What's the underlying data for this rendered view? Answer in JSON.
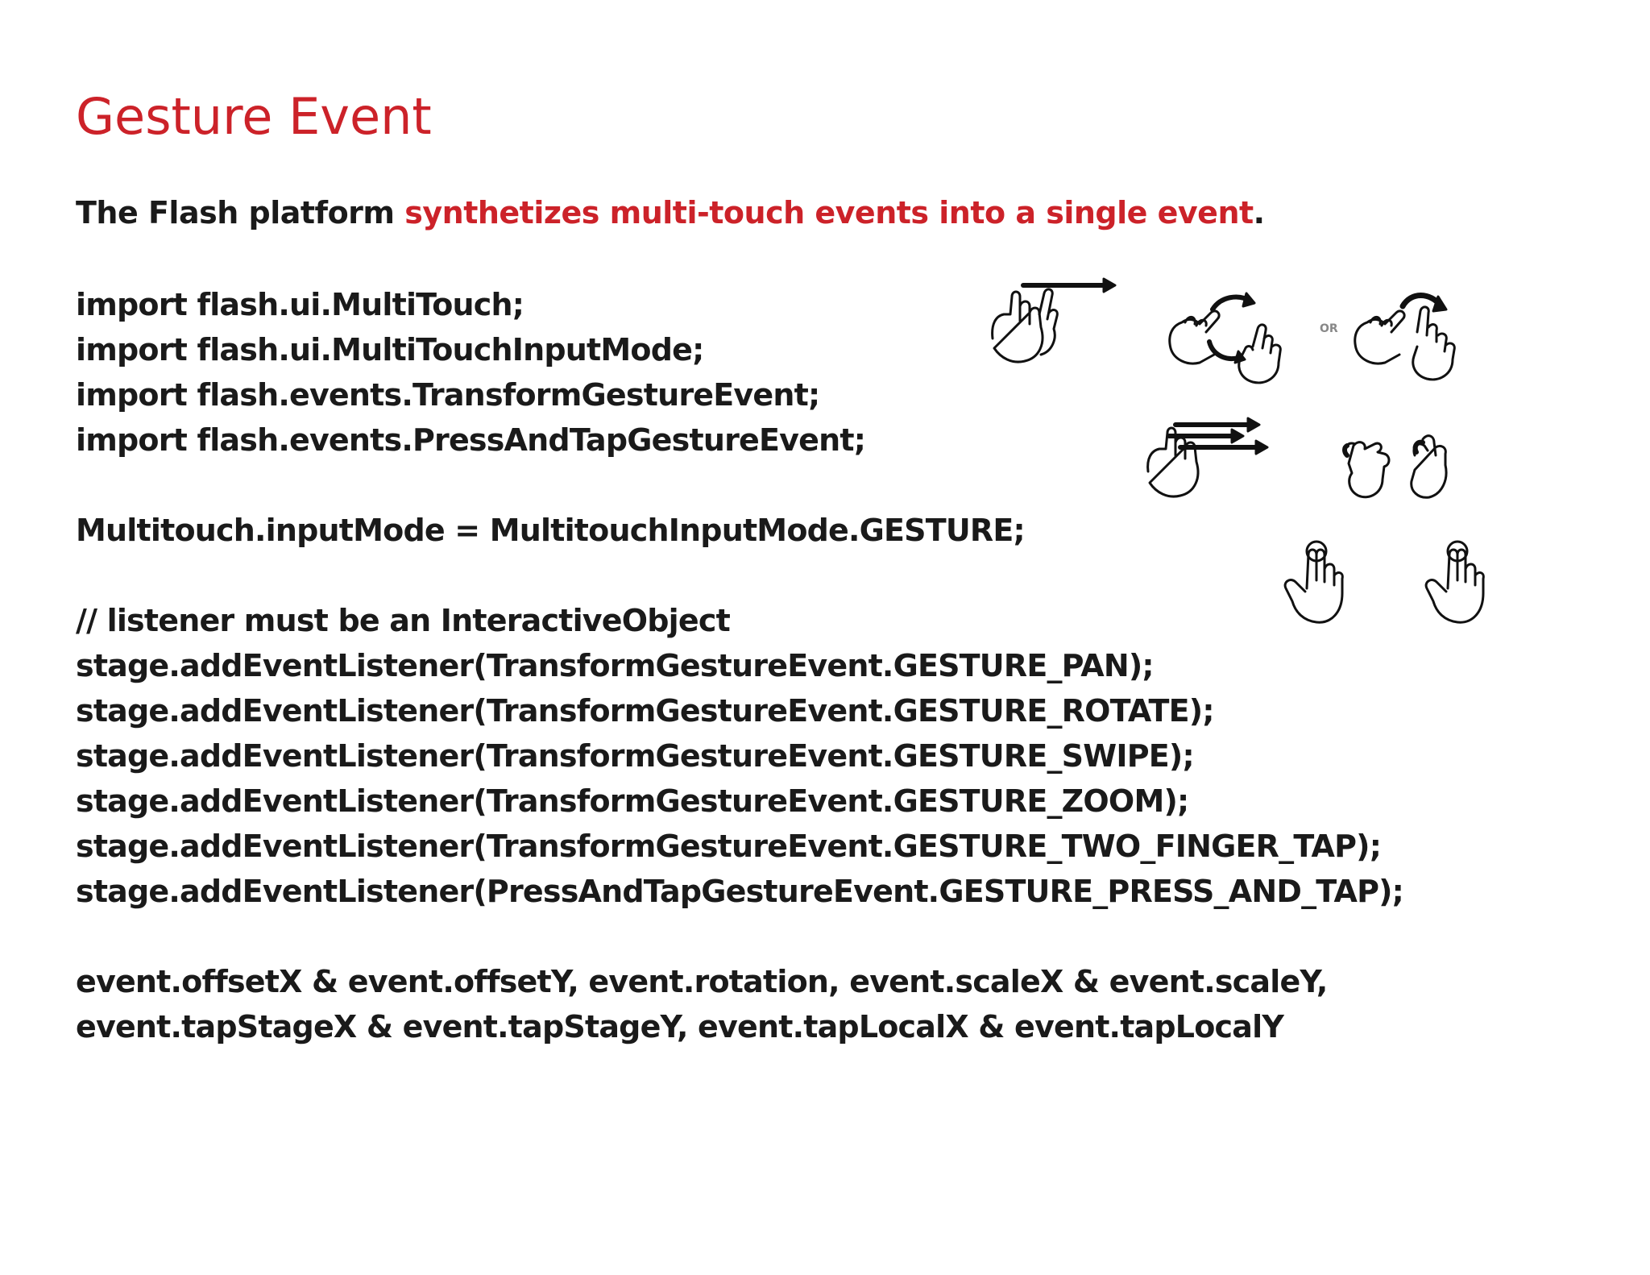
{
  "title": "Gesture Event",
  "intro": {
    "before": "The Flash platform ",
    "highlight": "synthetizes multi-touch events into a single event",
    "after": "."
  },
  "imports": [
    "import flash.ui.MultiTouch;",
    "import flash.ui.MultiTouchInputMode;",
    "import flash.events.TransformGestureEvent;",
    "import flash.events.PressAndTapGestureEvent;"
  ],
  "mode_line": "Multitouch.inputMode = MultitouchInputMode.GESTURE;",
  "listeners": [
    "// listener must be an InteractiveObject",
    "stage.addEventListener(TransformGestureEvent.GESTURE_PAN);",
    "stage.addEventListener(TransformGestureEvent.GESTURE_ROTATE);",
    "stage.addEventListener(TransformGestureEvent.GESTURE_SWIPE);",
    "stage.addEventListener(TransformGestureEvent.GESTURE_ZOOM);",
    "stage.addEventListener(TransformGestureEvent.GESTURE_TWO_FINGER_TAP);",
    "stage.addEventListener(PressAndTapGestureEvent.GESTURE_PRESS_AND_TAP);"
  ],
  "properties": [
    "event.offsetX & event.offsetY, event.rotation, event.scaleX & event.scaleY,",
    "event.tapStageX & event.tapStageY, event.tapLocalX & event.tapLocalY"
  ],
  "gesture_icons": {
    "or_label": "OR",
    "icons": [
      "pan-gesture-icon",
      "rotate-gesture-icon",
      "rotate-alt-gesture-icon",
      "swipe-gesture-icon",
      "zoom-gesture-icon",
      "two-finger-tap-icon",
      "press-and-tap-icon"
    ]
  },
  "colors": {
    "accent": "#cc2229",
    "text": "#1a1a1a",
    "background": "#ffffff"
  }
}
